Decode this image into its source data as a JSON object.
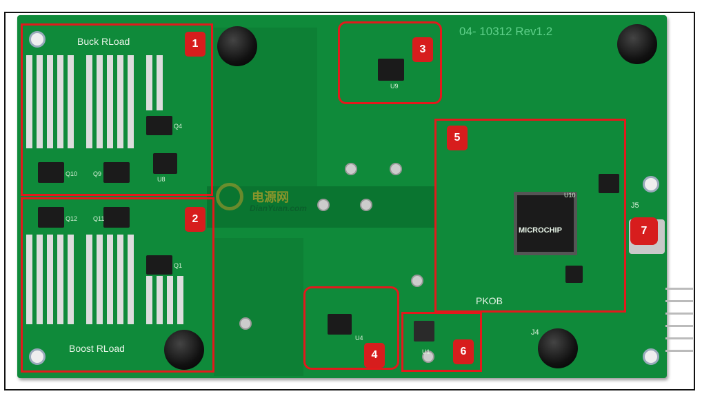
{
  "board": {
    "revision": "04- 10312 Rev1.2",
    "buck_label": "Buck RLoad",
    "boost_label": "Boost RLoad",
    "pkob_label": "PKOB",
    "mcu_brand": "MICROCHIP",
    "designators": [
      "Q10",
      "Q9",
      "U8",
      "Q4",
      "Q12",
      "Q11",
      "Q1",
      "U9",
      "U10",
      "J5",
      "U4",
      "U1",
      "J4"
    ]
  },
  "callouts": [
    "1",
    "2",
    "3",
    "4",
    "5",
    "6",
    "7"
  ],
  "watermark": {
    "cn": "电源网",
    "en": "DianYuan.com"
  },
  "colors": {
    "board": "#0f8a3a",
    "callout": "#e3191c"
  }
}
